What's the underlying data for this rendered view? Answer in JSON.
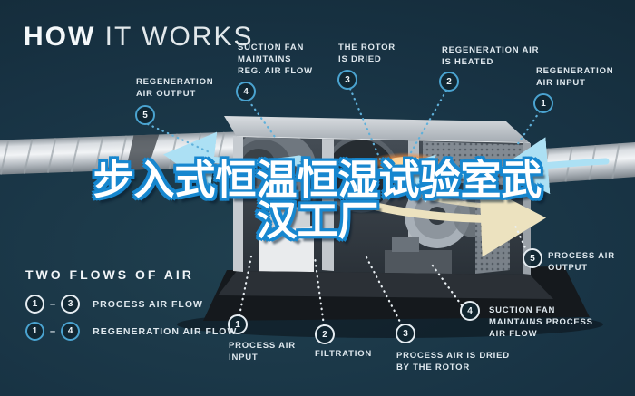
{
  "header": {
    "title_bold": "HOW",
    "title_light": "IT WORKS"
  },
  "caption": {
    "line1": "步入式恒温恒湿试验室武",
    "line2": "汉工厂"
  },
  "legend": {
    "title": "TWO FLOWS OF AIR",
    "rows": [
      {
        "start": "1",
        "dash": "–",
        "end": "3",
        "label": "PROCESS AIR FLOW",
        "style": "white"
      },
      {
        "start": "1",
        "dash": "–",
        "end": "4",
        "label": "REGENERATION AIR FLOW",
        "style": "blue"
      }
    ]
  },
  "regeneration_callouts": [
    {
      "num": "1",
      "label": "REGENERATION\nAIR INPUT"
    },
    {
      "num": "2",
      "label": "REGENERATION AIR\nIS HEATED"
    },
    {
      "num": "3",
      "label": "THE ROTOR\nIS DRIED"
    },
    {
      "num": "4",
      "label": "SUCTION FAN\nMAINTAINS\nREG. AIR FLOW"
    },
    {
      "num": "5",
      "label": "REGENERATION\nAIR OUTPUT"
    }
  ],
  "process_callouts": [
    {
      "num": "1",
      "label": "PROCESS AIR\nINPUT"
    },
    {
      "num": "2",
      "label": "FILTRATION"
    },
    {
      "num": "3",
      "label": "PROCESS AIR IS DRIED\nBY THE ROTOR"
    },
    {
      "num": "4",
      "label": "SUCTION FAN\nMAINTAINS PROCESS\nAIR FLOW"
    },
    {
      "num": "5",
      "label": "PROCESS AIR\nOUTPUT"
    }
  ],
  "colors": {
    "background": "#16303f",
    "regeneration_accent": "#4aa3d0",
    "process_accent": "#e9eef2",
    "flow_blue": "#ace0f4",
    "flow_cream": "#ece2bf",
    "heater_orange": "#f08a3a",
    "caption_outline": "#1787cf"
  }
}
